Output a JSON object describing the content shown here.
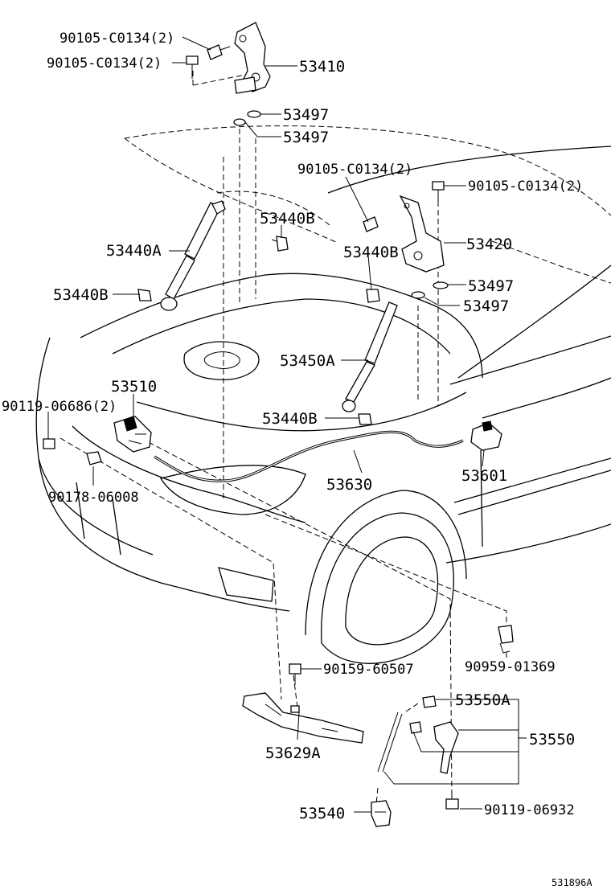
{
  "labels": {
    "bolt_left_1": "90105-C0134(2)",
    "bolt_left_2": "90105-C0134(2)",
    "hinge_left": "53410",
    "washer_left_1": "53497",
    "washer_left_2": "53497",
    "bolt_right_1": "90105-C0134(2)",
    "bolt_right_2": "90105-C0134(2)",
    "hinge_right": "53420",
    "washer_right_1": "53497",
    "washer_right_2": "53497",
    "stud_upper_left": "53440B",
    "stay_left": "53440A",
    "stud_left": "53440B",
    "stud_right": "53440B",
    "stay_right": "53450A",
    "stud_lower": "53440B",
    "lock_assy": "53510",
    "bolt_lock": "90119-06686(2)",
    "nut_lock": "90178-06008",
    "release_cable": "53630",
    "release_lever": "53601",
    "clamp": "90959-01369",
    "bolt_support": "90159-60507",
    "lock_support": "53629A",
    "hook_sub": "53550A",
    "hook_assy": "53550",
    "rod_holder": "53540",
    "bolt_hook": "90119-06932",
    "figure_code": "531896A"
  }
}
